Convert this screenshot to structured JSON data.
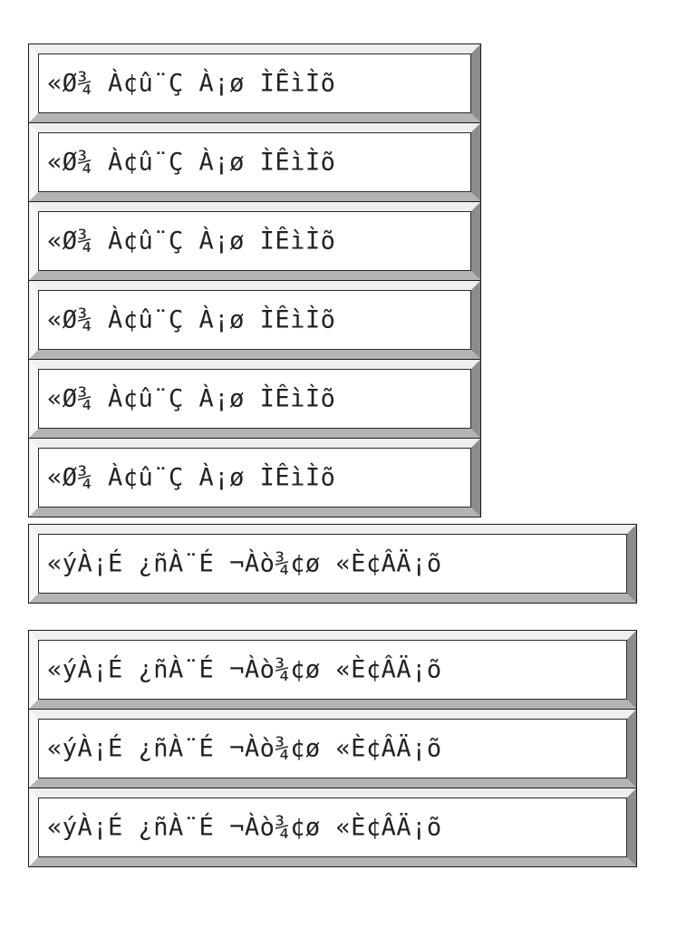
{
  "menu": {
    "upper_buttons": [
      {
        "label": "«Ø¾ À¢û¨Ç À¡ø ÌÊìÌõ"
      },
      {
        "label": "«Ø¾ À¢û¨Ç À¡ø ÌÊìÌõ"
      },
      {
        "label": "«Ø¾ À¢û¨Ç À¡ø ÌÊìÌõ"
      },
      {
        "label": "«Ø¾ À¢û¨Ç À¡ø ÌÊìÌõ"
      },
      {
        "label": "«Ø¾ À¢û¨Ç À¡ø ÌÊìÌõ"
      },
      {
        "label": "«Ø¾ À¢û¨Ç À¡ø ÌÊìÌõ"
      }
    ],
    "middle_button": {
      "label": "«ýÀ¡É ¿ñÀ¨É ¬Àò¾¢ø «È¢ÂÄ¡õ"
    },
    "lower_buttons": [
      {
        "label": "«ýÀ¡É ¿ñÀ¨É ¬Àò¾¢ø «È¢ÂÄ¡õ"
      },
      {
        "label": "«ýÀ¡É ¿ñÀ¨É ¬Àò¾¢ø «È¢ÂÄ¡õ"
      },
      {
        "label": "«ýÀ¡É ¿ñÀ¨É ¬Àò¾¢ø «È¢ÂÄ¡õ"
      }
    ]
  }
}
